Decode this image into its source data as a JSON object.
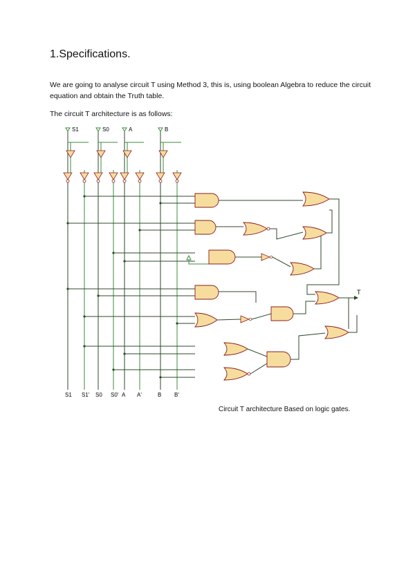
{
  "document": {
    "title": "1.Specifications.",
    "paragraph1": "We are going to analyse circuit T using Method 3, this is, using boolean Algebra to reduce the circuit equation and obtain the Truth table.",
    "paragraph2": "The circuit T architecture is as follows:",
    "caption": "Circuit T architecture Based on logic gates."
  },
  "circuit": {
    "inputs": [
      "S1",
      "S0",
      "A",
      "B"
    ],
    "bottom_labels": [
      "S1",
      "S1'",
      "S0",
      "S0'",
      "A",
      "A'",
      "B",
      "B'"
    ],
    "output": "T",
    "colors": {
      "wire_green": "#3d8a3d",
      "wire_dark": "#2b4a2b",
      "gate_fill": "#f6dd9e",
      "gate_stroke": "#8b1a1a"
    }
  }
}
